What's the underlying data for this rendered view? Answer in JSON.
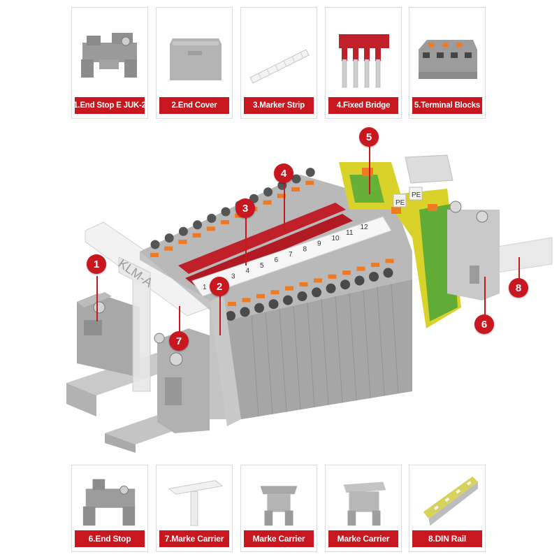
{
  "top_tiles": [
    {
      "label": "1.End Stop E JUK-2",
      "icon": "end-stop-icon"
    },
    {
      "label": "2.End Cover",
      "icon": "end-cover-icon"
    },
    {
      "label": "3.Marker Strip",
      "icon": "marker-strip-icon"
    },
    {
      "label": "4.Fixed Bridge",
      "icon": "fixed-bridge-icon"
    },
    {
      "label": "5.Terminal Blocks",
      "icon": "terminal-blocks-icon"
    }
  ],
  "bottom_tiles": [
    {
      "label": "6.End Stop",
      "icon": "end-stop-icon"
    },
    {
      "label": "7.Marke Carrier",
      "icon": "marker-carrier-icon"
    },
    {
      "label": "Marke Carrier",
      "icon": "marker-carrier-icon"
    },
    {
      "label": "Marke Carrier",
      "icon": "marker-carrier-icon"
    },
    {
      "label": "8.DIN Rail",
      "icon": "din-rail-icon"
    }
  ],
  "callouts": [
    "1",
    "2",
    "3",
    "4",
    "5",
    "6",
    "7",
    "8"
  ],
  "marker_numbers": [
    "1",
    "2",
    "3",
    "4",
    "5",
    "6",
    "7",
    "8",
    "9",
    "10",
    "11",
    "12"
  ],
  "pe_labels": [
    "PE",
    "PE"
  ],
  "carrier_text": "KLM-A",
  "colors": {
    "accent_red": "#c8171e",
    "block_grey": "#a9a9a9",
    "bridge_red": "#c0202a",
    "earth_yellow": "#d9d22a",
    "earth_green": "#4aa63a",
    "lever_orange": "#f07a22"
  }
}
